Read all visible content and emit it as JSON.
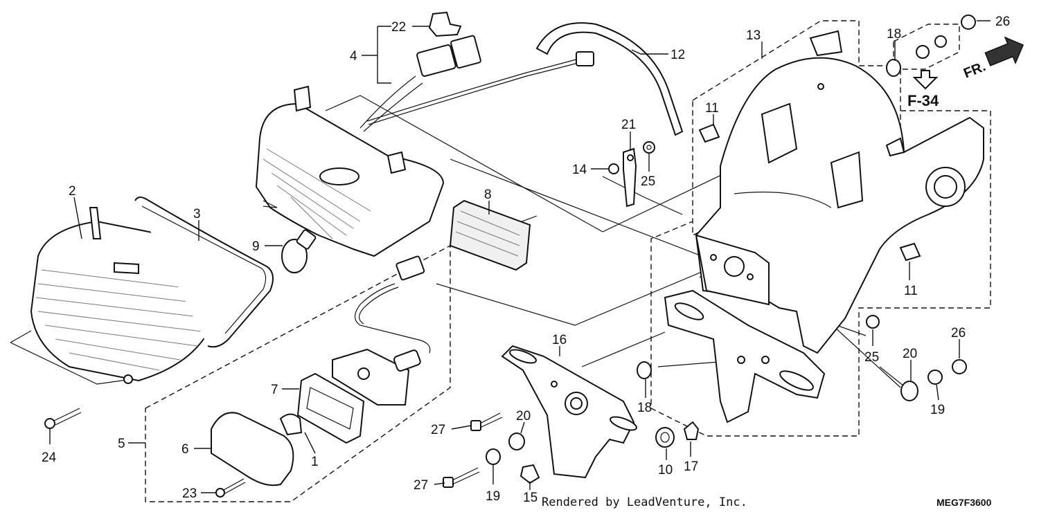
{
  "diagram": {
    "callouts": [
      {
        "id": "c22",
        "text": "22"
      },
      {
        "id": "c4",
        "text": "4"
      },
      {
        "id": "c12",
        "text": "12"
      },
      {
        "id": "c13",
        "text": "13"
      },
      {
        "id": "c18a",
        "text": "18"
      },
      {
        "id": "c26a",
        "text": "26"
      },
      {
        "id": "c11a",
        "text": "11"
      },
      {
        "id": "c21",
        "text": "21"
      },
      {
        "id": "c14",
        "text": "14"
      },
      {
        "id": "c25a",
        "text": "25"
      },
      {
        "id": "c2",
        "text": "2"
      },
      {
        "id": "c3",
        "text": "3"
      },
      {
        "id": "c8",
        "text": "8"
      },
      {
        "id": "c9",
        "text": "9"
      },
      {
        "id": "c11b",
        "text": "11"
      },
      {
        "id": "c16",
        "text": "16"
      },
      {
        "id": "c25b",
        "text": "25"
      },
      {
        "id": "c26b",
        "text": "26"
      },
      {
        "id": "c20a",
        "text": "20"
      },
      {
        "id": "c19a",
        "text": "19"
      },
      {
        "id": "c7",
        "text": "7"
      },
      {
        "id": "c18b",
        "text": "18"
      },
      {
        "id": "c27a",
        "text": "27"
      },
      {
        "id": "c20b",
        "text": "20"
      },
      {
        "id": "c5",
        "text": "5"
      },
      {
        "id": "c6",
        "text": "6"
      },
      {
        "id": "c1",
        "text": "1"
      },
      {
        "id": "c10",
        "text": "10"
      },
      {
        "id": "c17",
        "text": "17"
      },
      {
        "id": "c24",
        "text": "24"
      },
      {
        "id": "c27b",
        "text": "27"
      },
      {
        "id": "c19b",
        "text": "19"
      },
      {
        "id": "c15",
        "text": "15"
      },
      {
        "id": "c23",
        "text": "23"
      }
    ],
    "reference_label": "F-34",
    "direction_label": "FR."
  },
  "footer": {
    "credit": "Rendered by LeadVenture, Inc.",
    "diagram_code": "MEG7F3600"
  }
}
